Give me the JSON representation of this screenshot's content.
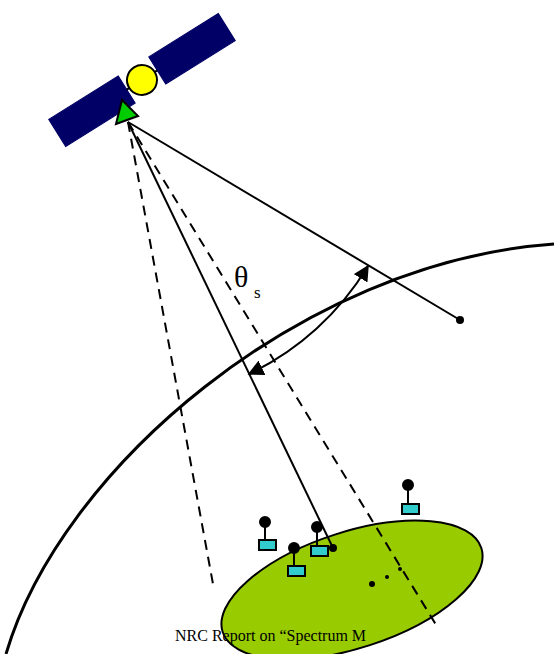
{
  "diagram": {
    "labels": [
      "θ",
      "s",
      "NRC Report on “Spectrum M"
    ]
  }
}
